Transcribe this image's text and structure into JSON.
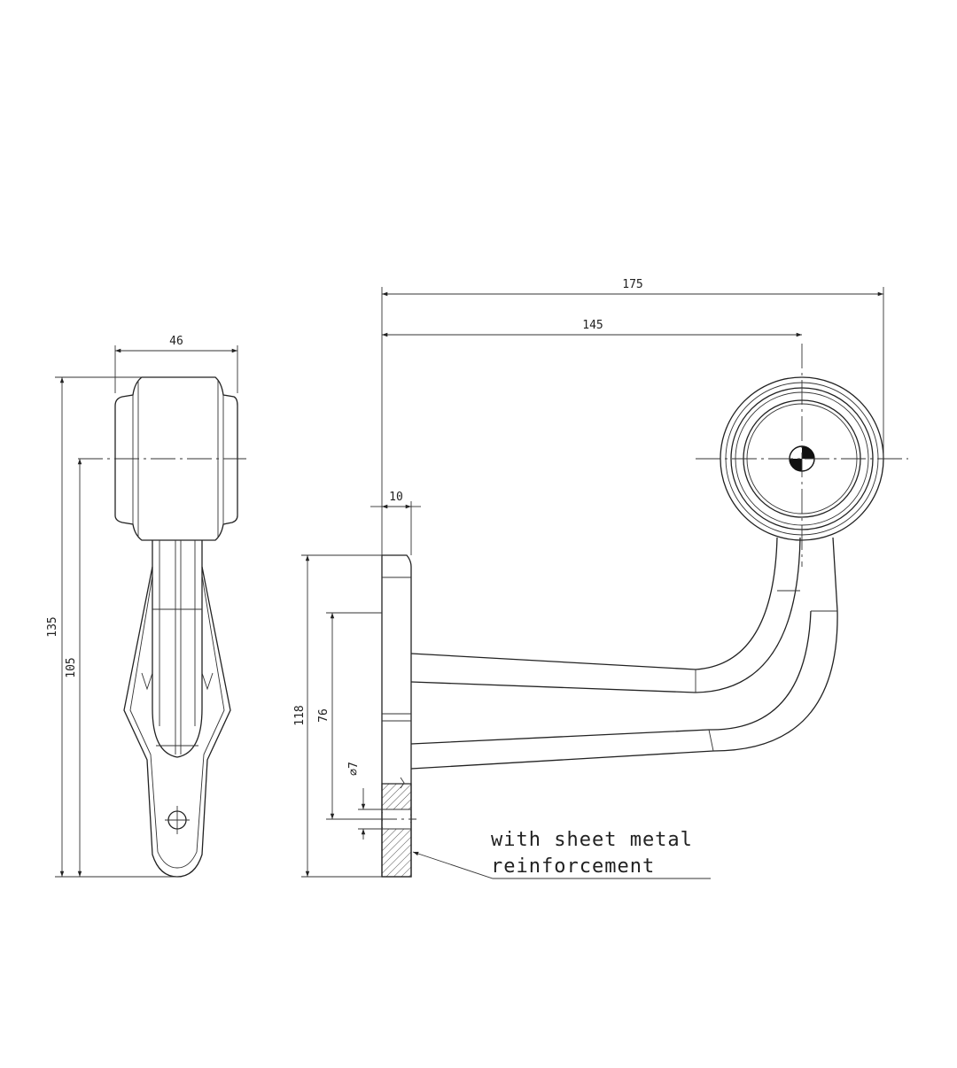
{
  "dimensions": {
    "side_width": "46",
    "side_total_height": "135",
    "side_center_height": "105",
    "front_total_length": "175",
    "front_center_length": "145",
    "plate_thickness": "10",
    "plate_height": "118",
    "hole_spacing": "76",
    "hole_diameter": "⌀7"
  },
  "note": {
    "line1": "with sheet metal",
    "line2": "reinforcement"
  },
  "colors": {
    "line": "#222222",
    "background": "#ffffff"
  }
}
